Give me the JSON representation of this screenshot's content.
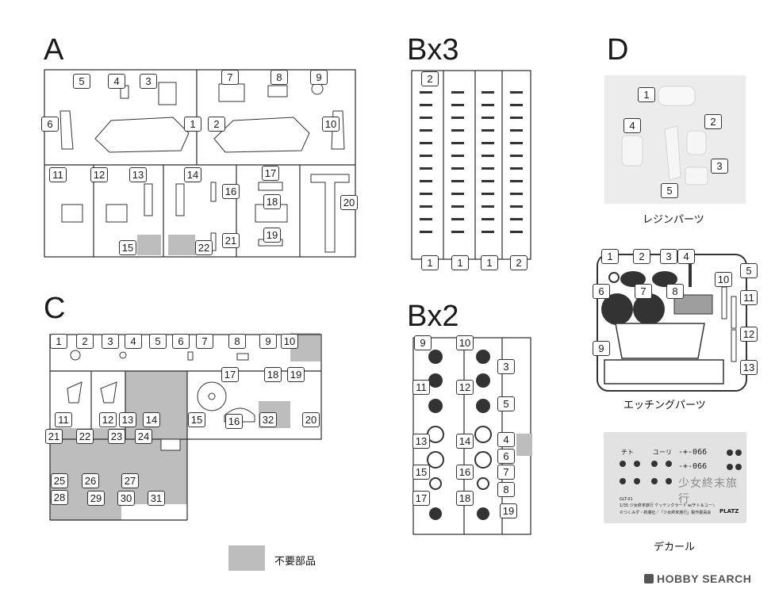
{
  "sections": {
    "A": "A",
    "Bx3": "Bx3",
    "D": "D",
    "C": "C",
    "Bx2": "Bx2"
  },
  "labels": {
    "A": [
      "5",
      "4",
      "3",
      "7",
      "8",
      "9",
      "6",
      "1",
      "2",
      "10",
      "11",
      "12",
      "13",
      "14",
      "16",
      "17",
      "18",
      "20",
      "15",
      "22",
      "21",
      "19"
    ],
    "Bx3": [
      "2",
      "1",
      "1",
      "1",
      "2"
    ],
    "D": [
      "1",
      "4",
      "2",
      "3",
      "5"
    ],
    "etch": [
      "1",
      "2",
      "3",
      "4",
      "5",
      "6",
      "7",
      "8",
      "10",
      "11",
      "12",
      "9",
      "13"
    ],
    "C": [
      "1",
      "2",
      "3",
      "4",
      "5",
      "6",
      "7",
      "8",
      "9",
      "10",
      "17",
      "18",
      "19",
      "11",
      "12",
      "13",
      "14",
      "15",
      "16",
      "32",
      "20",
      "21",
      "22",
      "23",
      "24",
      "25",
      "26",
      "27",
      "28",
      "29",
      "30",
      "31"
    ],
    "Bx2": [
      "9",
      "10",
      "3",
      "11",
      "12",
      "5",
      "13",
      "14",
      "4",
      "6",
      "15",
      "16",
      "7",
      "8",
      "17",
      "18",
      "19"
    ]
  },
  "captions": {
    "resin": "レジンパーツ",
    "etching": "エッチングパーツ",
    "decal": "デカール",
    "legend": "不要部品"
  },
  "decal": {
    "chito": "チト",
    "yuri": "ユーリ",
    "code": "-+-066",
    "title": "少女終末旅行",
    "small1": "GLT-01",
    "small2": "1/35 少女終末旅行 ケッテンクラート w/チト＆ユーリ",
    "small3": "©つくみず・新潮社／「少女終末旅行」製作委員会",
    "brand1": "PLATZ"
  },
  "watermark": {
    "text": "HOBBY SEARCH"
  },
  "colors": {
    "unused": "#bdbdbd",
    "line": "#2a2a2a"
  }
}
